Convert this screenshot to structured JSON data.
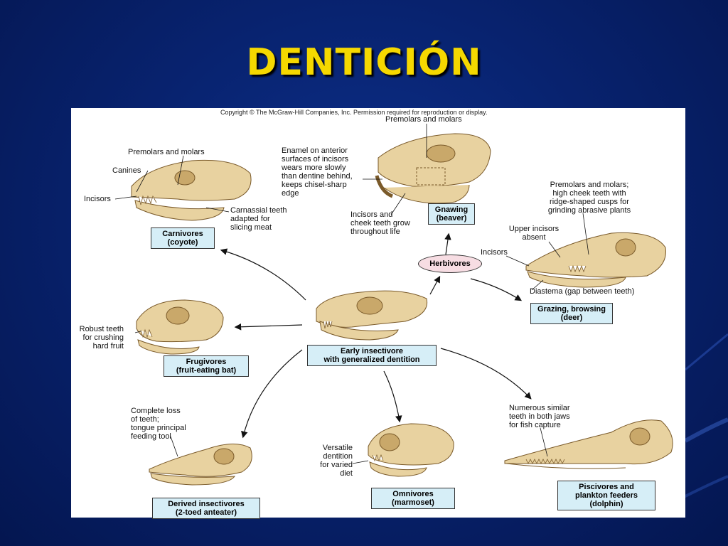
{
  "slide": {
    "title": "DENTICIÓN"
  },
  "figure": {
    "copyright": "Copyright © The McGraw-Hill Companies, Inc. Permission required for reproduction or display.",
    "center": {
      "line1": "Early insectivore",
      "line2": "with generalized dentition"
    },
    "herbivores_label": "Herbivores",
    "carnivores": {
      "box1": "Carnivores",
      "box2": "(coyote)",
      "premolars": "Premolars and molars",
      "canines": "Canines",
      "incisors": "Incisors",
      "carnassial1": "Carnassial teeth",
      "carnassial2": "adapted for",
      "carnassial3": "slicing meat"
    },
    "beaver": {
      "box1": "Gnawing",
      "box2": "(beaver)",
      "premolars": "Premolars and molars",
      "enamel1": "Enamel on anterior",
      "enamel2": "surfaces of incisors",
      "enamel3": "wears more slowly",
      "enamel4": "than dentine behind,",
      "enamel5": "keeps chisel-sharp",
      "enamel6": "edge",
      "grow1": "Incisors and",
      "grow2": "cheek teeth grow",
      "grow3": "throughout life"
    },
    "deer": {
      "box1": "Grazing, browsing",
      "box2": "(deer)",
      "pm1": "Premolars and molars;",
      "pm2": "high cheek teeth with",
      "pm3": "ridge-shaped cusps for",
      "pm4": "grinding abrasive plants",
      "upper1": "Upper incisors",
      "upper2": "absent",
      "incisors": "Incisors",
      "diastema": "Diastema (gap between teeth)"
    },
    "bat": {
      "box1": "Frugivores",
      "box2": "(fruit-eating bat)",
      "robust1": "Robust teeth",
      "robust2": "for crushing",
      "robust3": "hard fruit"
    },
    "anteater": {
      "box1": "Derived insectivores",
      "box2": "(2-toed anteater)",
      "loss1": "Complete loss",
      "loss2": "of teeth;",
      "loss3": "tongue principal",
      "loss4": "feeding tool"
    },
    "marmoset": {
      "box1": "Omnivores",
      "box2": "(marmoset)",
      "vers1": "Versatile",
      "vers2": "dentition",
      "vers3": "for varied",
      "vers4": "diet"
    },
    "dolphin": {
      "box1": "Piscivores and",
      "box2": "plankton feeders",
      "box3": "(dolphin)",
      "num1": "Numerous similar",
      "num2": "teeth in both jaws",
      "num3": "for fish capture"
    },
    "colors": {
      "bone": "#e8d2a0",
      "bone_shadow": "#c9a86a",
      "box_fill": "#d6eef7",
      "oval_fill": "#f7dde3",
      "title": "#f5d800"
    }
  }
}
